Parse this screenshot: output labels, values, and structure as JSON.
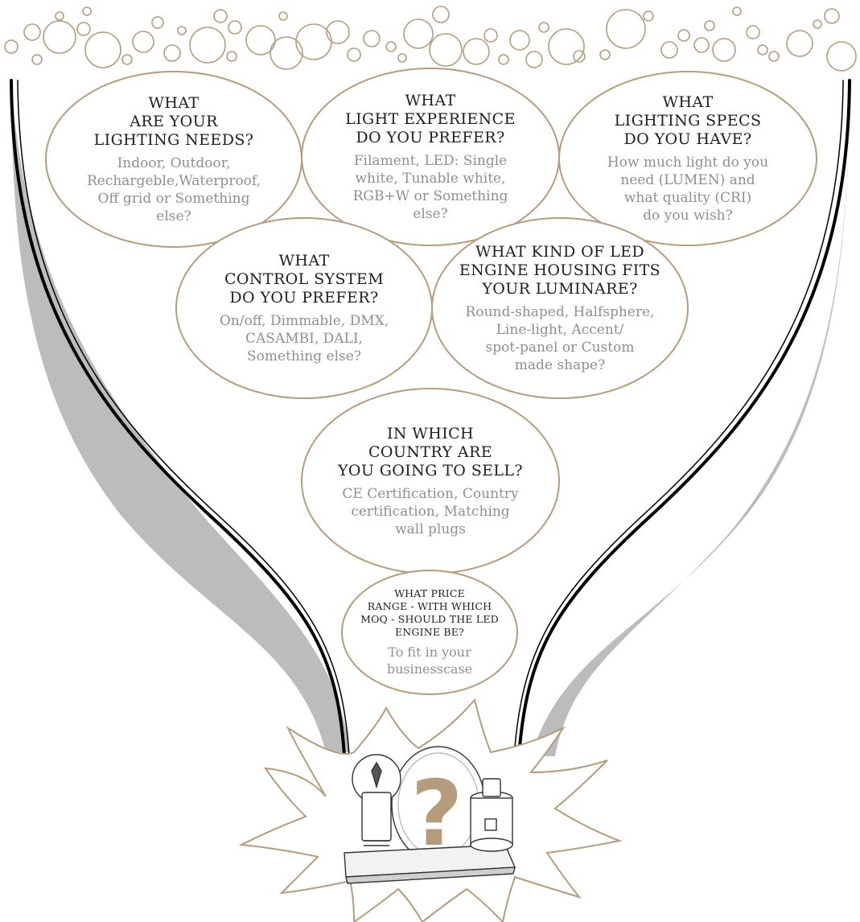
{
  "colors": {
    "accent": "#b59c7c",
    "heading": "#1f1f1f",
    "body_text": "#8f8f8f",
    "funnel_shadow": "#bdbcbd",
    "funnel_line": "#000000"
  },
  "bubbles": [
    {
      "id": "lighting-needs",
      "question": [
        "WHAT",
        "ARE YOUR",
        "LIGHTING NEEDS?"
      ],
      "answer": [
        "Indoor, Outdoor,",
        "Rechargeble,Waterproof,",
        "Off grid or Something",
        "else?"
      ]
    },
    {
      "id": "light-experience",
      "question": [
        "WHAT",
        "LIGHT EXPERIENCE",
        "DO YOU PREFER?"
      ],
      "answer": [
        "Filament, LED: Single",
        "white, Tunable white,",
        "RGB+W or Something",
        "else?"
      ]
    },
    {
      "id": "lighting-specs",
      "question": [
        "WHAT",
        "LIGHTING SPECS",
        "DO YOU HAVE?"
      ],
      "answer": [
        "How much light do you",
        "need (LUMEN) and",
        "what quality (CRI)",
        "do you wish?"
      ]
    },
    {
      "id": "control-system",
      "question": [
        "WHAT",
        "CONTROL SYSTEM",
        "DO YOU PREFER?"
      ],
      "answer": [
        "On/off, Dimmable, DMX,",
        "CASAMBI, DALI,",
        "Something else?"
      ]
    },
    {
      "id": "engine-housing",
      "question": [
        "WHAT KIND OF LED",
        "ENGINE HOUSING FITS",
        "YOUR LUMINARE?"
      ],
      "answer": [
        "Round-shaped, Halfsphere,",
        "Line-light, Accent/",
        "spot-panel or Custom",
        "made shape?"
      ]
    },
    {
      "id": "country",
      "question": [
        "IN WHICH",
        "COUNTRY ARE",
        "YOU GOING TO SELL?"
      ],
      "answer": [
        "CE Certification, Country",
        "certification, Matching",
        "wall plugs"
      ]
    },
    {
      "id": "price-range",
      "question": [
        "WHAT PRICE",
        "RANGE - WITH WHICH",
        "MOQ - SHOULD THE LED",
        "ENGINE BE?"
      ],
      "answer": [
        "To fit in your",
        "businesscase"
      ]
    }
  ],
  "result": {
    "symbol": "?",
    "icons": [
      "filament-bulb-icon",
      "led-panel-icon",
      "led-engine-icon",
      "burst-icon"
    ]
  }
}
